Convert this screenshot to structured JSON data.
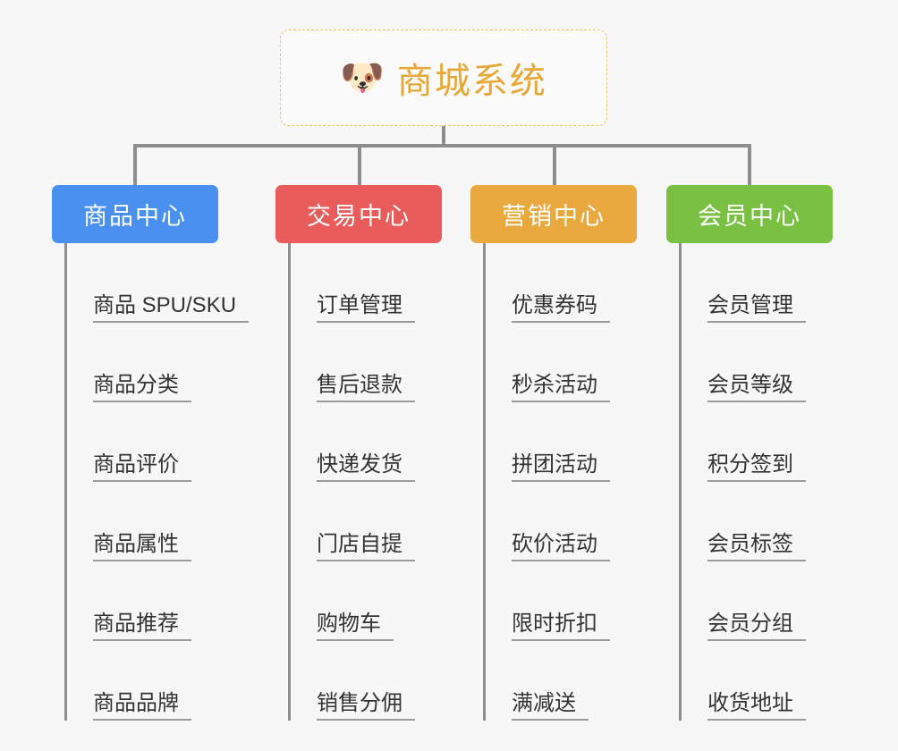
{
  "diagram": {
    "type": "org-chart",
    "background_color": "#f7f7f7",
    "root": {
      "icon": "dog-face-icon",
      "icon_glyph": "🐶",
      "title": "商城系统",
      "title_color": "#e8a838",
      "border_color": "#efc06a",
      "border_style": "dashed"
    },
    "connector_color": "#8d8d8d",
    "branches": [
      {
        "id": "product",
        "label": "商品中心",
        "color": "#4a90f0",
        "items": [
          "商品 SPU/SKU",
          "商品分类",
          "商品评价",
          "商品属性",
          "商品推荐",
          "商品品牌"
        ]
      },
      {
        "id": "trade",
        "label": "交易中心",
        "color": "#e85c5c",
        "items": [
          "订单管理",
          "售后退款",
          "快递发货",
          "门店自提",
          "购物车",
          "销售分佣"
        ]
      },
      {
        "id": "marketing",
        "label": "营销中心",
        "color": "#eaa93f",
        "items": [
          "优惠券码",
          "秒杀活动",
          "拼团活动",
          "砍价活动",
          "限时折扣",
          "满减送"
        ]
      },
      {
        "id": "member",
        "label": "会员中心",
        "color": "#7ac143",
        "items": [
          "会员管理",
          "会员等级",
          "积分签到",
          "会员标签",
          "会员分组",
          "收货地址"
        ]
      }
    ]
  }
}
